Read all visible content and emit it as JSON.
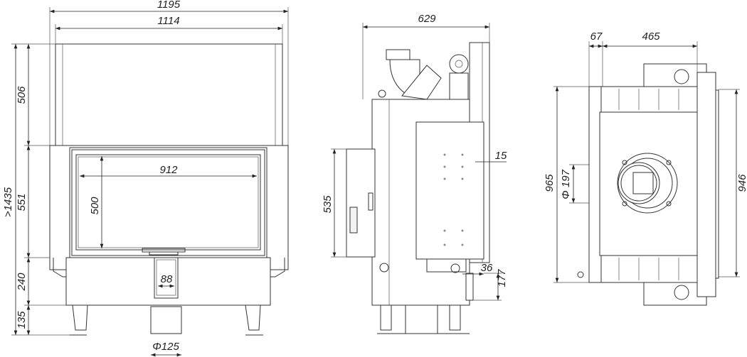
{
  "front_view": {
    "overall_width": "1195",
    "frame_width": "1114",
    "top_height": "506",
    "total_height": ">1435",
    "door_height": "551",
    "base_height": "240",
    "leg_height": "135",
    "glass_width": "912",
    "glass_height": "500",
    "flue_plate_width": "88",
    "air_inlet_diameter": "Φ125"
  },
  "side_view": {
    "depth": "629",
    "handle_height": "535",
    "panel_offset": "15",
    "bottom_offset": "36",
    "bottom_height": "177"
  },
  "top_view": {
    "front_offset": "67",
    "body_depth": "465",
    "overall_width": "965",
    "flue_diameter": "Φ 197",
    "rear_width": "946"
  }
}
